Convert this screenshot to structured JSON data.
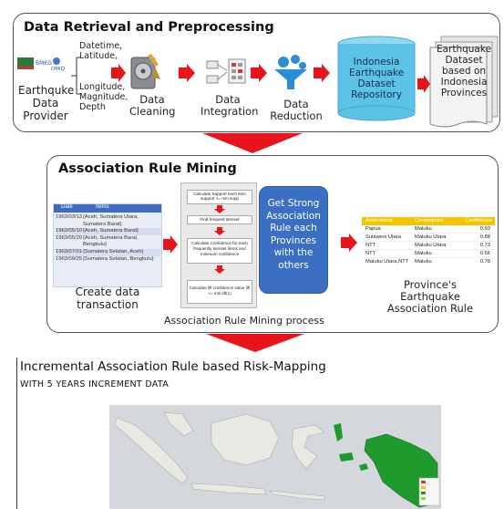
{
  "section1": {
    "title": "Data Retrieval and Preprocessing",
    "provider": {
      "logo_left": "BMKG",
      "logo_right": "DMIQ",
      "label_line1": "Earthquke",
      "label_line2": "Data",
      "label_line3": "Provider"
    },
    "attributes_top": [
      "Datetime,",
      "Latitude,"
    ],
    "attributes_bottom": [
      "Longitude,",
      "Magnitude,",
      "Depth"
    ],
    "step_cleaning": [
      "Data",
      "Cleaning"
    ],
    "step_integration": [
      "Data",
      "Integration"
    ],
    "step_reduction": [
      "Data",
      "Reduction"
    ],
    "repository": [
      "Indonesia",
      "Earthquake",
      "Dataset",
      "Repository"
    ],
    "output_doc": [
      "Earthquake",
      "Dataset",
      "based on",
      "Indonesia",
      "Provinces"
    ]
  },
  "section2": {
    "title": "Association Rule Mining",
    "transactions": {
      "header": [
        "Date",
        "Items"
      ],
      "rows": [
        [
          "1963/03/13",
          "{Aceh, Sumatera Utara, Sumatera Barat}"
        ],
        [
          "1963/05/10",
          "{Aceh, Sumatera Barat}"
        ],
        [
          "1963/05/20",
          "{Aceh, Sumatera Barat, Bengkulu}"
        ],
        [
          "1963/07/01",
          "{Sumatera Selatan, Aceh}"
        ],
        [
          "1963/09/25",
          "{Sumatera Selatan, Bengkulu}"
        ]
      ]
    },
    "create_label": [
      "Create data",
      "transaction"
    ],
    "process_steps": [
      "Calculate Support each item support >= min supp",
      "Find frequent itemset",
      "Calculate Confidence for each frequently itemset items and minimum confidence",
      "Calculate lift confidence value lift >= min lift(1)"
    ],
    "process_label": "Association Rule Mining process",
    "strong_box": [
      "Get Strong",
      "Association",
      "Rule each",
      "Provinces",
      "with the",
      "others"
    ],
    "rules_table": {
      "header": [
        "Antecedent",
        "Consequent",
        "Confidence"
      ],
      "rows": [
        [
          "Papua",
          "Maluku",
          "0.93"
        ],
        [
          "Sulawesi Utara",
          "Maluku Utara",
          "0.88"
        ],
        [
          "NTT",
          "Maluku Utara",
          "0.73"
        ],
        [
          "NTT",
          "Maluku",
          "0.56"
        ],
        [
          "Maluku Utara,NTT",
          "Maluku",
          "0.78"
        ]
      ]
    },
    "rules_label": [
      "Province's",
      "Earthquake",
      "Association Rule"
    ]
  },
  "section3": {
    "title": "Incremental Association Rule based Risk-Mapping",
    "subtitle": "WITH 5 YEARS INCREMENT DATA"
  },
  "colors": {
    "red": "#e8141c",
    "blue_box": "#3a6fc4",
    "repo_cyan": "#5bc3e6",
    "yellow_header": "#f5c400",
    "map_sea": "#d4d8dc",
    "map_land": "#e9e9e4",
    "map_green": "#1f9a2c"
  }
}
